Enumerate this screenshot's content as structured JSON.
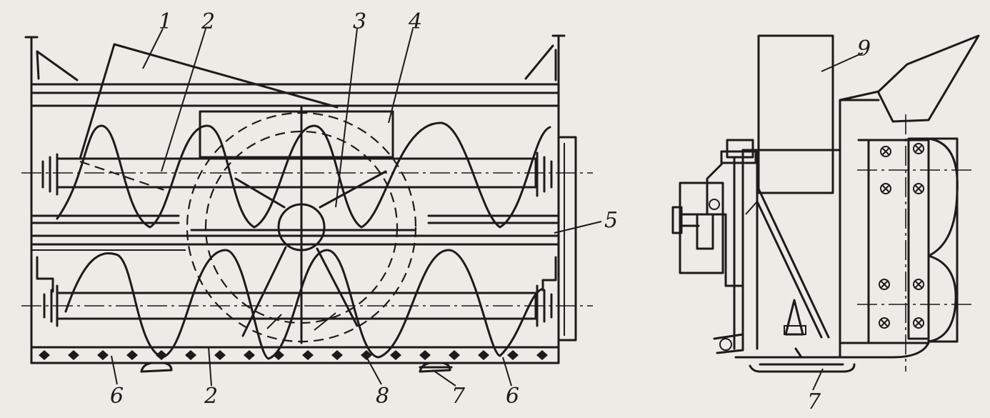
{
  "labels": [
    {
      "id": "label-1",
      "text": "1"
    },
    {
      "id": "label-2-top",
      "text": "2"
    },
    {
      "id": "label-3",
      "text": "3"
    },
    {
      "id": "label-4",
      "text": "4"
    },
    {
      "id": "label-5",
      "text": "5"
    },
    {
      "id": "label-6-left",
      "text": "6"
    },
    {
      "id": "label-2-bottom",
      "text": "2"
    },
    {
      "id": "label-8",
      "text": "8"
    },
    {
      "id": "label-7-front",
      "text": "7"
    },
    {
      "id": "label-6-right",
      "text": "6"
    },
    {
      "id": "label-9",
      "text": "9"
    },
    {
      "id": "label-7-side",
      "text": "7"
    }
  ]
}
